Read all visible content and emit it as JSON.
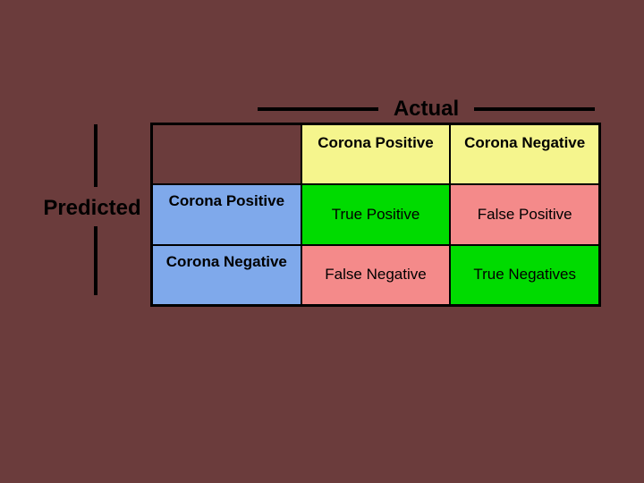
{
  "labels": {
    "actual": "Actual",
    "predicted": "Predicted"
  },
  "table": {
    "col_headers": [
      "Corona Positive",
      "Corona Negative"
    ],
    "row_headers": [
      "Corona Positive",
      "Corona Negative"
    ],
    "cells": [
      {
        "label": "True Positive",
        "kind": "true"
      },
      {
        "label": "False Positive",
        "kind": "false"
      },
      {
        "label": "False Negative",
        "kind": "false"
      },
      {
        "label": "True Negatives",
        "kind": "true"
      }
    ]
  },
  "colors": {
    "slide_bg": "#6B3C3C",
    "header_yellow": "#F5F58D",
    "row_blue": "#7FA9EB",
    "true_green": "#00DB00",
    "false_salmon": "#F48A8A",
    "border_black": "#000000",
    "text_black": "#000000"
  }
}
